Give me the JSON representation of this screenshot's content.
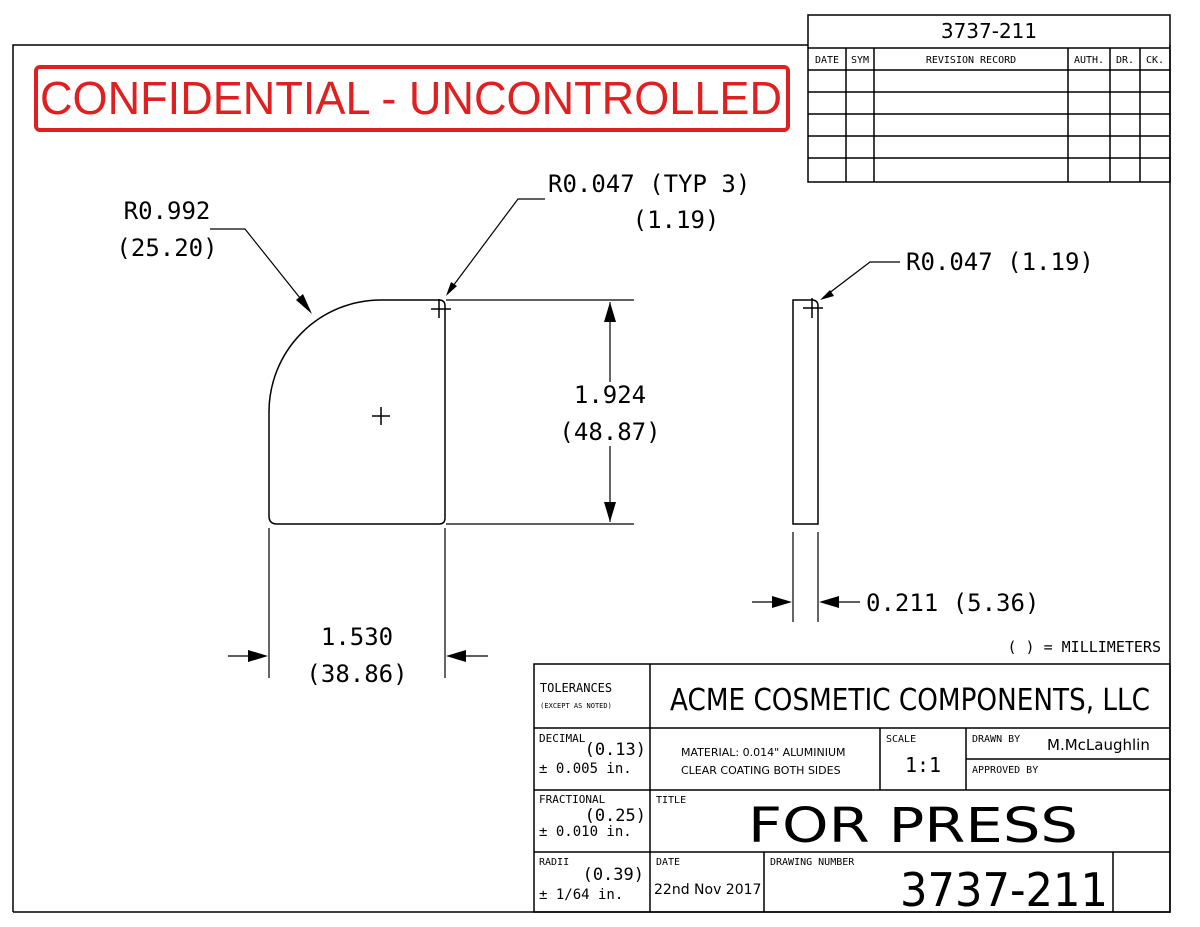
{
  "drawing_number_top": "3737-211",
  "revision_table": {
    "headers": [
      "DATE",
      "SYM",
      "REVISION RECORD",
      "AUTH.",
      "DR.",
      "CK."
    ],
    "rows": 5
  },
  "watermark": "CONFIDENTIAL - UNCONTROLLED",
  "dimensions": {
    "outer_radius": "R0.992",
    "outer_radius_mm": "(25.20)",
    "corner_radius": "R0.047 (TYP 3)",
    "corner_radius_mm": "(1.19)",
    "side_radius": "R0.047 (1.19)",
    "height": "1.924",
    "height_mm": "(48.87)",
    "width": "1.530",
    "width_mm": "(38.86)",
    "thickness": "0.211 (5.36)",
    "units_note": "( ) = MILLIMETERS"
  },
  "title_block": {
    "tolerances_label": "TOLERANCES",
    "tolerances_sub": "(EXCEPT AS NOTED)",
    "company": "ACME COSMETIC COMPONENTS, LLC",
    "decimal_label": "DECIMAL",
    "decimal_mm": "(0.13)",
    "decimal_tol": "± 0.005 in.",
    "material_line1": "MATERIAL: 0.014\" ALUMINIUM",
    "material_line2": "CLEAR COATING BOTH SIDES",
    "scale_label": "SCALE",
    "scale_value": "1:1",
    "drawn_by_label": "DRAWN BY",
    "drawn_by": "M.McLaughlin",
    "approved_by_label": "APPROVED BY",
    "fractional_label": "FRACTIONAL",
    "fractional_mm": "(0.25)",
    "fractional_tol": "± 0.010 in.",
    "title_label": "TITLE",
    "title": "FOR PRESS",
    "radii_label": "RADII",
    "radii_mm": "(0.39)",
    "radii_tol": "± 1/64 in.",
    "date_label": "DATE",
    "date": "22nd Nov 2017",
    "drawing_number_label": "DRAWING NUMBER",
    "drawing_number": "3737-211"
  }
}
